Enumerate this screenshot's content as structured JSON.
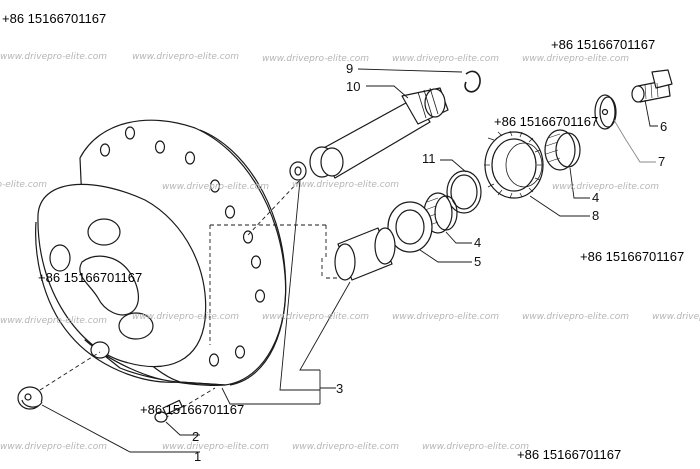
{
  "phone": "+86 15166701167",
  "watermark": "www.drivepro-elite.com",
  "callouts": [
    "1",
    "2",
    "3",
    "4",
    "4",
    "5",
    "6",
    "7",
    "8",
    "9",
    "10",
    "11"
  ],
  "colors": {
    "line": "#1a1a1a",
    "fill": "#ffffff",
    "leader": "#888888"
  }
}
